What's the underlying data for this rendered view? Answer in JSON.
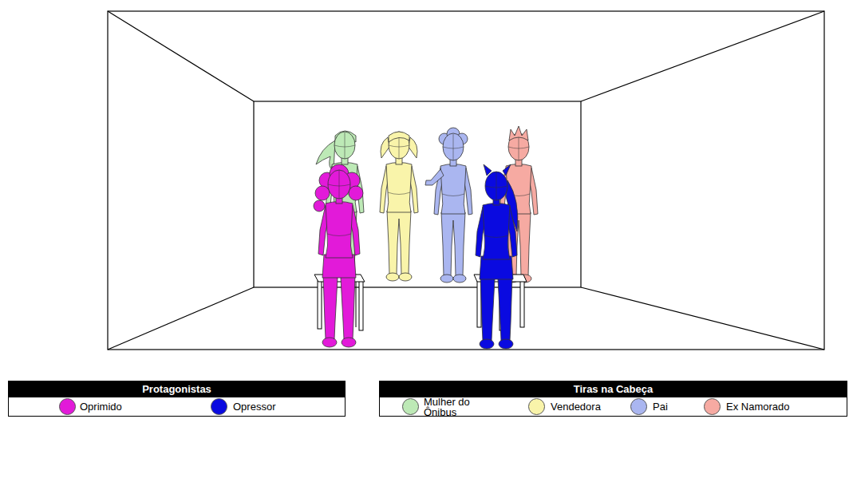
{
  "diagram": {
    "nodes": [
      {
        "text": [
          "Protagonistas"
        ]
      },
      {
        "text": [
          "Tiras na Cabeça"
        ]
      }
    ],
    "legend": [
      {
        "text": "Oprimido",
        "color": "#e21ad9"
      },
      {
        "text": "Opressor",
        "color": "#0a0ae0"
      },
      {
        "text": "Mulher do Ônibus",
        "color": "#bde9b6"
      },
      {
        "text": "Vendedora",
        "color": "#f9f4aa"
      },
      {
        "text": "Pai",
        "color": "#aab6f0"
      },
      {
        "text": "Ex Namorado",
        "color": "#f6aaa2"
      }
    ]
  }
}
